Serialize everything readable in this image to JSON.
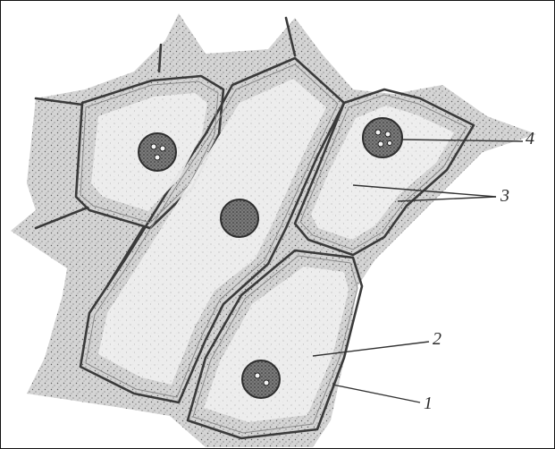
{
  "figure": {
    "labels": [
      {
        "id": "1",
        "text": "1"
      },
      {
        "id": "2",
        "text": "2"
      },
      {
        "id": "3",
        "text": "3"
      },
      {
        "id": "4",
        "text": "4"
      }
    ]
  },
  "colors": {
    "ink": "#3a3a3a",
    "stipple": "#6a6a6a",
    "cytoplasm": "#e9e9e9",
    "background": "#ffffff"
  }
}
